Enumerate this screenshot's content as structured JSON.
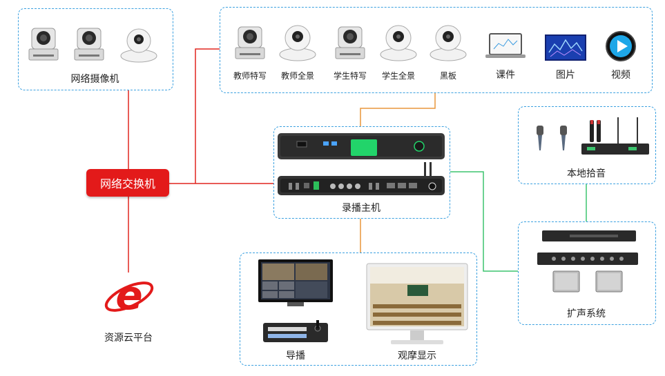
{
  "switch_label": "网络交换机",
  "network_cameras": {
    "label": "网络摄像机"
  },
  "sources": {
    "items": [
      "教师特写",
      "教师全景",
      "学生特写",
      "学生全景",
      "黑板",
      "课件",
      "图片",
      "视频"
    ]
  },
  "recorder": {
    "label": "录播主机"
  },
  "local_audio": {
    "label": "本地拾音"
  },
  "amplification": {
    "label": "扩声系统"
  },
  "director": {
    "label": "导播"
  },
  "viewing": {
    "label": "观摩显示"
  },
  "cloud": {
    "label": "资源云平台"
  },
  "colors": {
    "switch": "#e31a1a",
    "panel_border": "#3aa0e0",
    "red_line": "#e0251f",
    "orange_line": "#e8963a",
    "green_line": "#3cc46f"
  }
}
